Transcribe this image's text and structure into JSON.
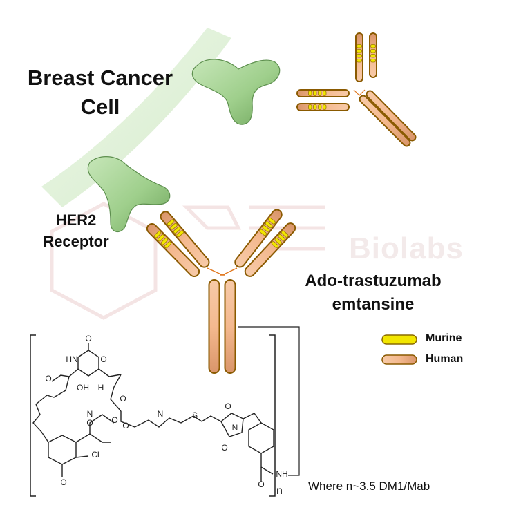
{
  "labels": {
    "cell_line1": "Breast Cancer",
    "cell_line2": "Cell",
    "receptor_line1": "HER2",
    "receptor_line2": "Receptor",
    "drug_line1": "Ado-trastuzumab",
    "drug_line2": "emtansine",
    "note": "Where n~3.5 DM1/Mab",
    "subscript_n": "n",
    "watermark": "Biolabs"
  },
  "legend": [
    {
      "label": "Murine",
      "color": "#f2e600"
    },
    {
      "label": "Human",
      "color": "#f4b98f"
    }
  ],
  "colors": {
    "receptor": "#9fcf8c",
    "membrane": "#d9efd0",
    "murine": "#f2e600",
    "human": "#f4b98f",
    "chain_outline": "#8a5a00",
    "disulfide": "#e07820"
  },
  "structure_atoms": [
    "O",
    "HN",
    "O",
    "O",
    "OH",
    "H",
    "O",
    "N",
    "O",
    "O",
    "N",
    "S",
    "O",
    "N",
    "Cl",
    "O",
    "O",
    "O",
    "O",
    "NH"
  ]
}
